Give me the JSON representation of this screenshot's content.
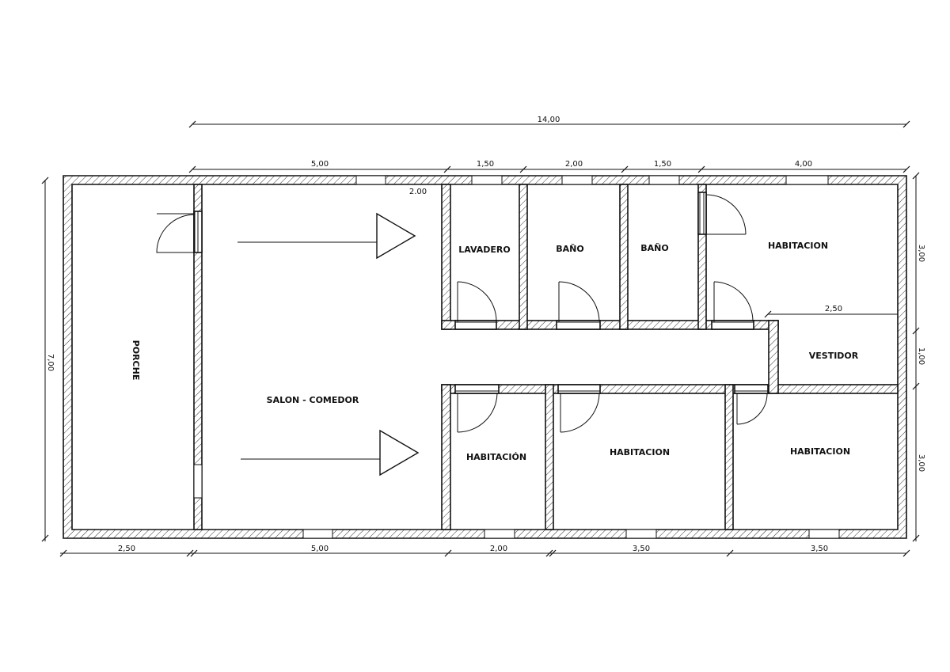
{
  "rooms": {
    "porche": "PORCHE",
    "salon": "SALON - COMEDOR",
    "lavadero": "LAVADERO",
    "bano_1": "BAÑO",
    "bano_2": "BAÑO",
    "habitacion_ne": "HABITACION",
    "vestidor": "VESTIDOR",
    "habitacion_s1": "HABITACIÓN",
    "habitacion_s2": "HABITACION",
    "habitacion_s3": "HABITACION"
  },
  "dimensions": {
    "total_top": "14,00",
    "top": [
      "5,00",
      "1,50",
      "2,00",
      "1,50",
      "4,00"
    ],
    "bottom": [
      "2,50",
      "5,00",
      "2,00",
      "3,50",
      "3,50"
    ],
    "left": "7,00",
    "right": [
      "3,00",
      "1,00",
      "3,00"
    ],
    "inner_salon": "2.00",
    "inner_vestidor": "2,50"
  }
}
